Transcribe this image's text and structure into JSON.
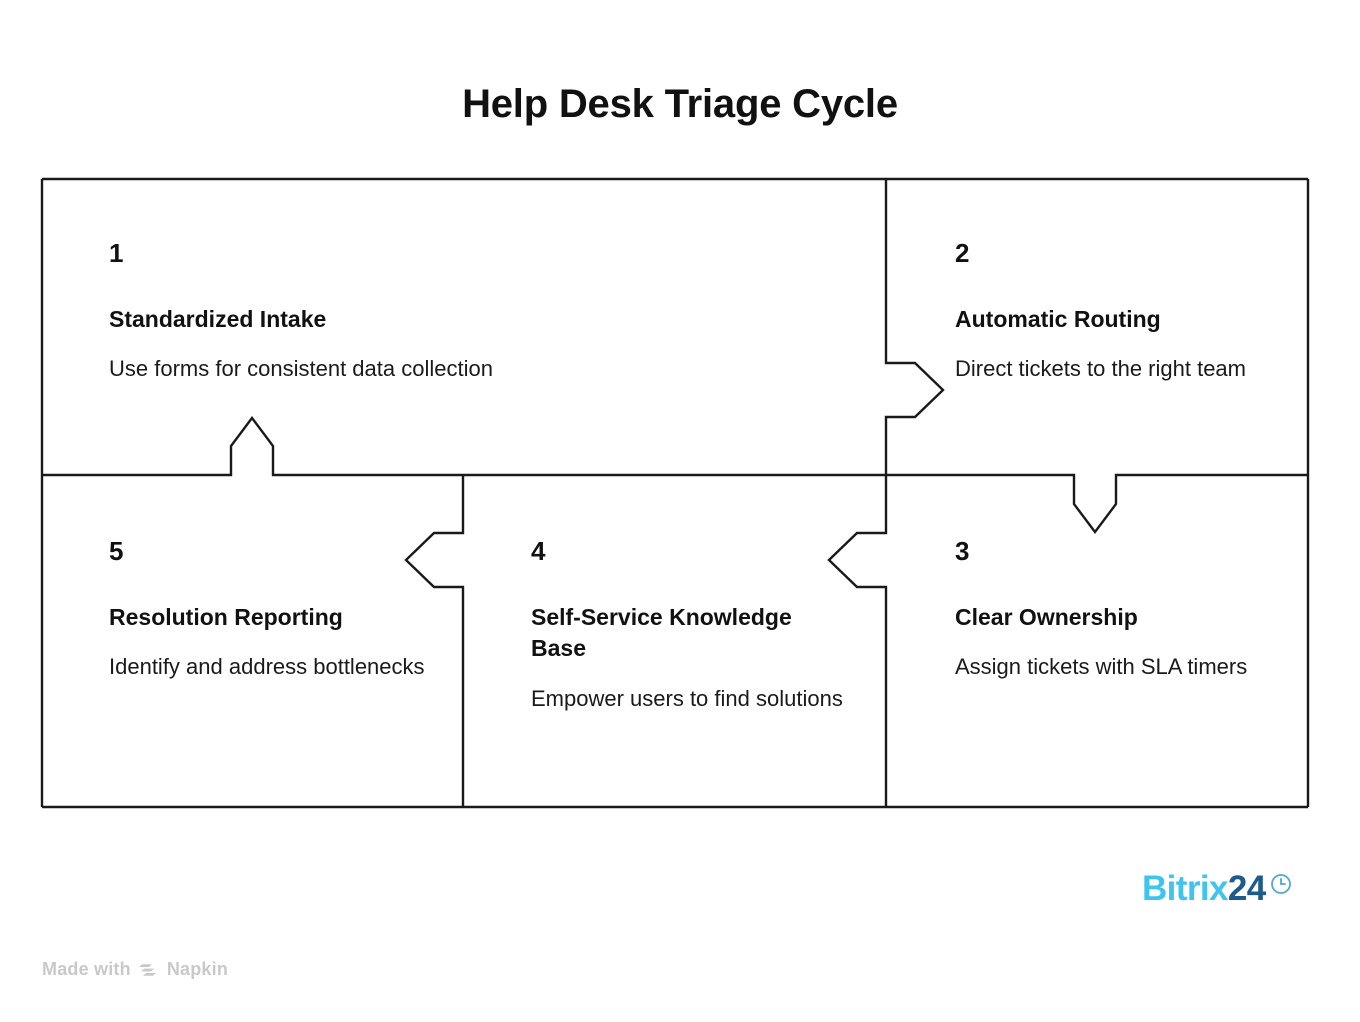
{
  "page": {
    "title": "Help Desk Triage Cycle",
    "background_color": "#ffffff",
    "line_color": "#1a1a1a",
    "text_color": "#111111"
  },
  "diagram": {
    "type": "cycle",
    "steps": [
      {
        "number": "1",
        "title": "Standardized Intake",
        "description": "Use forms for consistent data collection"
      },
      {
        "number": "2",
        "title": "Automatic Routing",
        "description": "Direct tickets to the right team"
      },
      {
        "number": "3",
        "title": "Clear Ownership",
        "description": "Assign tickets with SLA timers"
      },
      {
        "number": "4",
        "title": "Self-Service Knowledge Base",
        "description": "Empower users to find solutions"
      },
      {
        "number": "5",
        "title": "Resolution Reporting",
        "description": "Identify and address bottlenecks"
      }
    ],
    "connectors": [
      {
        "from": "1",
        "to": "2",
        "direction": "right",
        "icon": "arrow-right-icon"
      },
      {
        "from": "2",
        "to": "3",
        "direction": "down",
        "icon": "arrow-down-icon"
      },
      {
        "from": "3",
        "to": "4",
        "direction": "left",
        "icon": "arrow-left-icon"
      },
      {
        "from": "4",
        "to": "5",
        "direction": "left",
        "icon": "arrow-left-icon"
      },
      {
        "from": "5",
        "to": "1",
        "direction": "up",
        "icon": "arrow-up-icon"
      }
    ]
  },
  "branding": {
    "bitrix": {
      "name_part1": "Bitrix",
      "name_part2": "24",
      "icon": "clock-icon",
      "color_part1": "#3FC4F0",
      "color_part2": "#1C5B8C"
    },
    "napkin": {
      "prefix": "Made with",
      "name": "Napkin",
      "icon": "napkin-chevron-logo",
      "color": "#c9c9c9"
    }
  }
}
